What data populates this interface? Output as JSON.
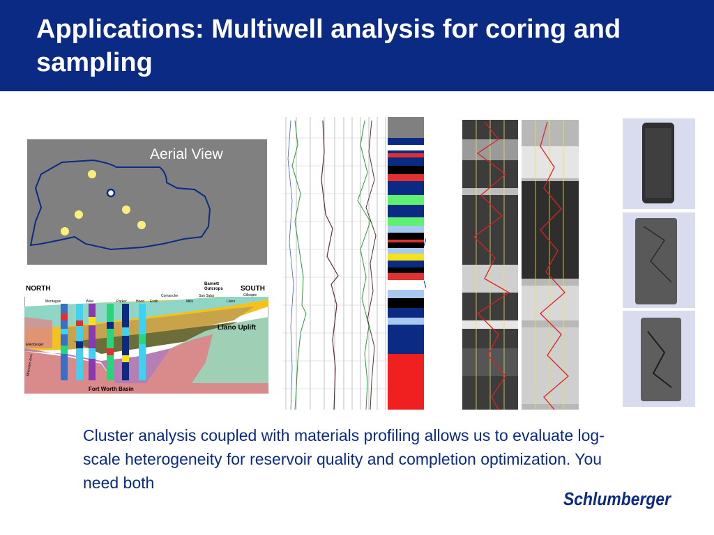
{
  "slide": {
    "title": "Applications:  Multiwell analysis for coring and sampling",
    "caption": "Cluster analysis coupled with materials profiling allows us to evaluate log-scale heterogeneity for reservoir quality and completion optimization.  You need both",
    "colors": {
      "header": "#0a2a84",
      "text_accent": "#0a2a84",
      "panel_gray": "#808080",
      "well_dot": "#f8f07a"
    }
  },
  "aerial_view": {
    "label": "Aerial View"
  },
  "cross_section": {
    "labels": {
      "north": "NORTH",
      "south": "SOUTH",
      "barnett_outcrops": "Barnett\nOutcrops",
      "gillespie": "Gillespie",
      "llano_uplift": "Llano Uplift",
      "fort_worth_basin": "Fort Worth Basin",
      "montague": "Montague",
      "wise": "Wise",
      "parker": "Parker",
      "hood": "Hood",
      "erath": "Erath",
      "comanche": "Comanche",
      "mills": "Mills",
      "san_saba": "San Saba",
      "llano": "Llano",
      "ellenberger": "Ellenberger",
      "muenster_arch": "Muenster Arch"
    }
  },
  "logo": {
    "text": "Schlumberger"
  }
}
